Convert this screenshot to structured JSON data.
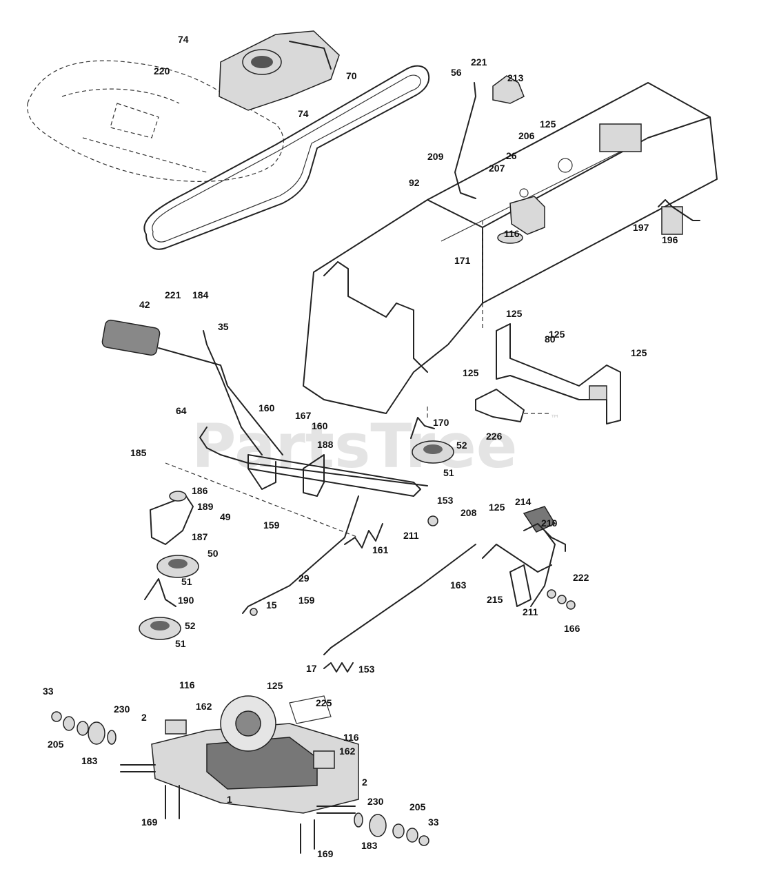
{
  "watermark": {
    "text": "PartsTree",
    "trademark": "™"
  },
  "callouts": [
    "74",
    "70",
    "220",
    "74",
    "56",
    "221",
    "213",
    "125",
    "206",
    "26",
    "209",
    "207",
    "92",
    "116",
    "171",
    "197",
    "196",
    "221",
    "184",
    "42",
    "35",
    "125",
    "80",
    "125",
    "125",
    "125",
    "226",
    "64",
    "160",
    "167",
    "160",
    "170",
    "52",
    "51",
    "188",
    "185",
    "186",
    "189",
    "49",
    "187",
    "159",
    "50",
    "161",
    "153",
    "208",
    "125",
    "214",
    "210",
    "211",
    "51",
    "190",
    "29",
    "15",
    "159",
    "163",
    "215",
    "211",
    "222",
    "166",
    "52",
    "51",
    "17",
    "153",
    "33",
    "205",
    "183",
    "230",
    "2",
    "116",
    "162",
    "125",
    "225",
    "116",
    "162",
    "2",
    "230",
    "205",
    "33",
    "183",
    "169",
    "1",
    "169"
  ]
}
